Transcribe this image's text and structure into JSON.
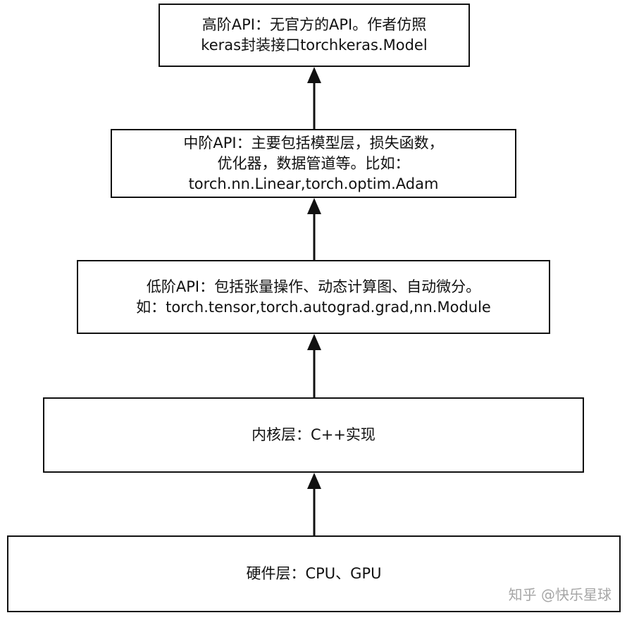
{
  "layers": {
    "high_api": {
      "lines": [
        "高阶API：无官方的API。作者仿照",
        "keras封装接口torchkeras.Model"
      ]
    },
    "mid_api": {
      "lines": [
        "中阶API：主要包括模型层，损失函数，",
        "优化器，数据管道等。比如：",
        "torch.nn.Linear,torch.optim.Adam"
      ]
    },
    "low_api": {
      "lines": [
        "低阶API：包括张量操作、动态计算图、自动微分。",
        "如：torch.tensor,torch.autograd.grad,nn.Module"
      ]
    },
    "kernel": {
      "lines": [
        "内核层：C++实现"
      ]
    },
    "hardware": {
      "lines": [
        "硬件层：CPU、GPU"
      ]
    }
  },
  "watermark": "知乎 @快乐星球",
  "colors": {
    "stroke": "#111111",
    "watermark": "#a6a6a6"
  }
}
